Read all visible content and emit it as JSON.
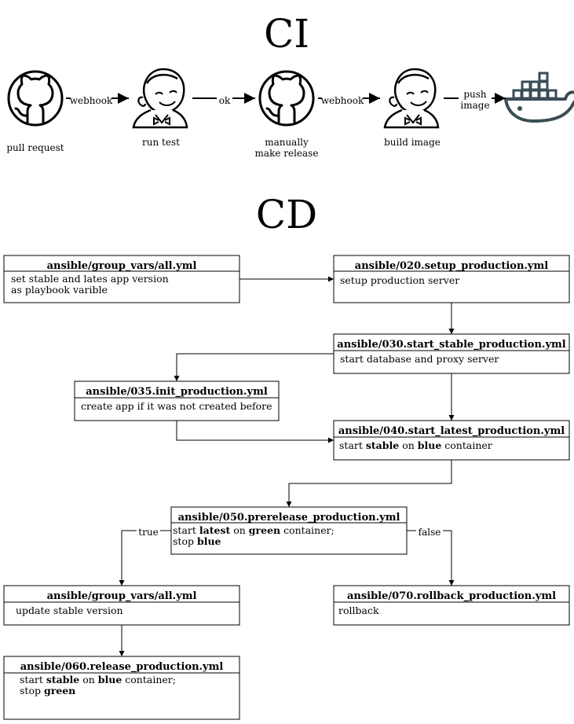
{
  "headings": {
    "ci": "CI",
    "cd": "CD"
  },
  "ci": {
    "nodes": [
      {
        "icon": "github-icon",
        "label_lines": [
          "pull request"
        ]
      },
      {
        "icon": "jenkins-icon",
        "label_lines": [
          "run test"
        ]
      },
      {
        "icon": "github-icon",
        "label_lines": [
          "manually",
          "make release"
        ]
      },
      {
        "icon": "jenkins-icon",
        "label_lines": [
          "build image"
        ]
      },
      {
        "icon": "docker-icon",
        "label_lines": []
      }
    ],
    "edges": [
      {
        "label_lines": [
          "webhook"
        ]
      },
      {
        "label_lines": [
          "ok"
        ]
      },
      {
        "label_lines": [
          "webhook"
        ]
      },
      {
        "label_lines": [
          "push",
          "image"
        ]
      }
    ]
  },
  "cd": {
    "boxes": {
      "group_vars_1": {
        "title": "ansible/group_vars/all.yml",
        "lines": [
          [
            {
              "t": "set stable and lates app version"
            }
          ],
          [
            {
              "t": "as playbook varible"
            }
          ]
        ]
      },
      "setup": {
        "title": "ansible/020.setup_production.yml",
        "lines": [
          [
            {
              "t": "setup production server"
            }
          ]
        ]
      },
      "stable": {
        "title": "ansible/030.start_stable_production.yml",
        "lines": [
          [
            {
              "t": "start database and proxy server"
            }
          ]
        ]
      },
      "init": {
        "title": "ansible/035.init_production.yml",
        "lines": [
          [
            {
              "t": "create app if it was not created before"
            }
          ]
        ]
      },
      "latest": {
        "title": "ansible/040.start_latest_production.yml",
        "lines": [
          [
            {
              "t": "start "
            },
            {
              "t": "stable",
              "b": true
            },
            {
              "t": " on "
            },
            {
              "t": "blue",
              "b": true
            },
            {
              "t": " container"
            }
          ]
        ]
      },
      "prerelease": {
        "title": "ansible/050.prerelease_production.yml",
        "lines": [
          [
            {
              "t": "start "
            },
            {
              "t": "latest",
              "b": true
            },
            {
              "t": " on "
            },
            {
              "t": "green",
              "b": true
            },
            {
              "t": " container;"
            }
          ],
          [
            {
              "t": "stop "
            },
            {
              "t": "blue",
              "b": true
            }
          ]
        ]
      },
      "group_vars_2": {
        "title": "ansible/group_vars/all.yml",
        "lines": [
          [
            {
              "t": "update stable version"
            }
          ]
        ]
      },
      "rollback": {
        "title": "ansible/070.rollback_production.yml",
        "lines": [
          [
            {
              "t": "rollback"
            }
          ]
        ]
      },
      "release": {
        "title": "ansible/060.release_production.yml",
        "lines": [
          [
            {
              "t": "start "
            },
            {
              "t": "stable",
              "b": true
            },
            {
              "t": " on "
            },
            {
              "t": "blue",
              "b": true
            },
            {
              "t": " container;"
            }
          ],
          [
            {
              "t": "stop "
            },
            {
              "t": "green",
              "b": true
            }
          ]
        ]
      }
    },
    "branch_labels": {
      "true": "true",
      "false": "false"
    }
  }
}
